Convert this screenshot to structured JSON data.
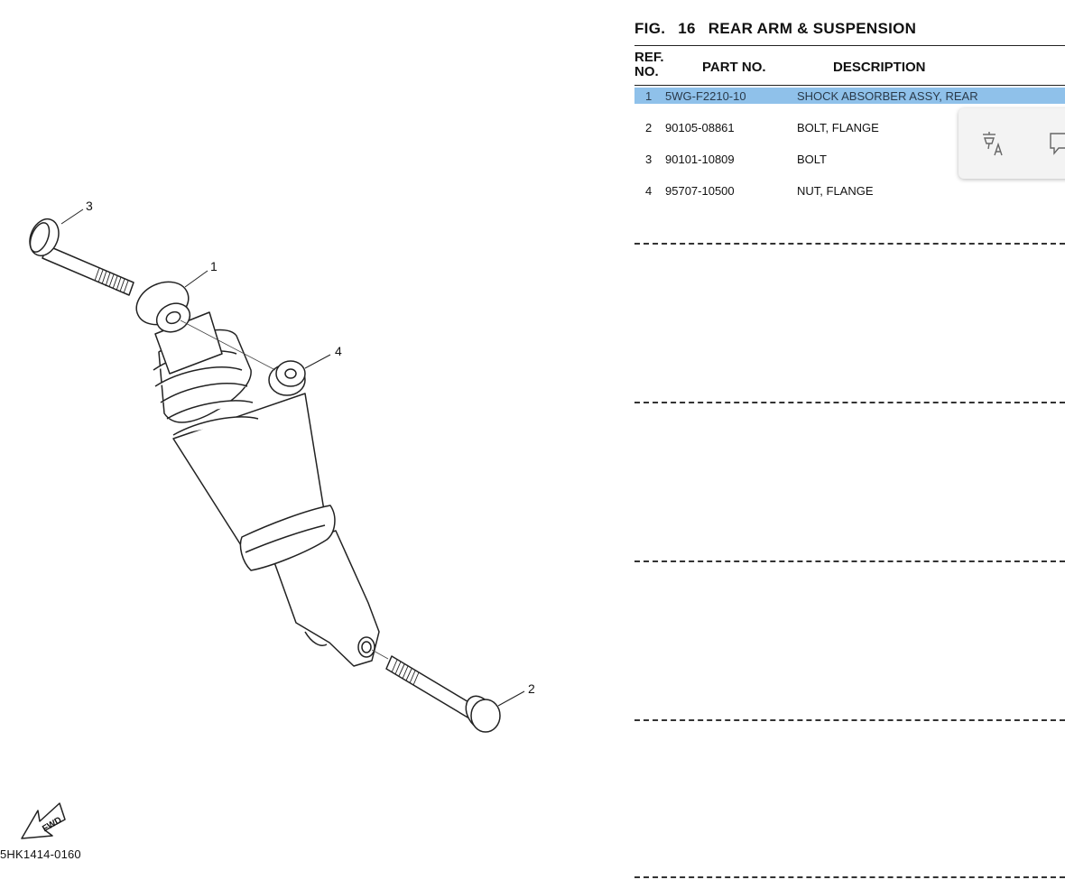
{
  "figure": {
    "label": "FIG.",
    "number": "16",
    "title": "REAR ARM & SUSPENSION",
    "diagram_code": "5HK1414-0160"
  },
  "diagram": {
    "callouts": [
      "1",
      "2",
      "3",
      "4"
    ],
    "fwd_label": "FWD"
  },
  "table": {
    "headers": {
      "ref_line1": "REF.",
      "ref_line2": "NO.",
      "part": "PART NO.",
      "description": "DESCRIPTION"
    },
    "rows": [
      {
        "ref": "1",
        "part": "5WG-F2210-10",
        "description": "SHOCK ABSORBER ASSY, REAR"
      },
      {
        "ref": "2",
        "part": "90105-08861",
        "description": "BOLT, FLANGE"
      },
      {
        "ref": "3",
        "part": "90101-10809",
        "description": "BOLT"
      },
      {
        "ref": "4",
        "part": "95707-10500",
        "description": "NUT, FLANGE"
      }
    ]
  },
  "popup": {
    "icons": [
      "translate-icon",
      "comment-icon"
    ]
  }
}
